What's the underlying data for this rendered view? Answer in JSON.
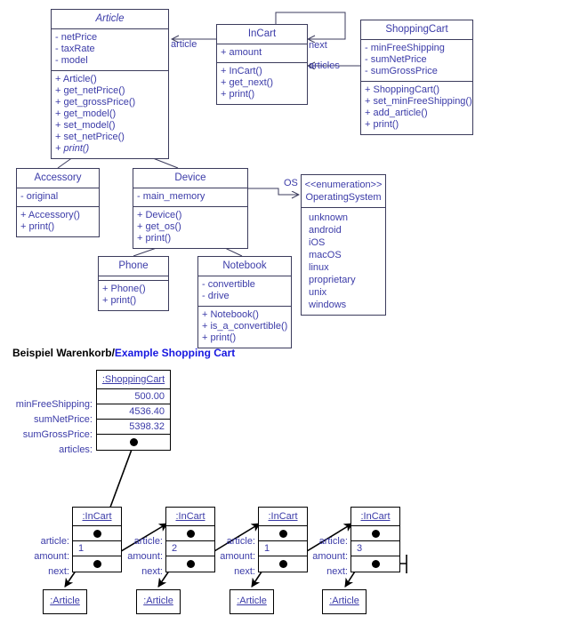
{
  "diagram": {
    "kind": "uml-class-and-object-diagram",
    "colors": {
      "class_text": "#3b3ba8",
      "class_border": "#3b3b5c",
      "object_border": "#000000",
      "heading_de": "#000000",
      "heading_en": "#1717e0",
      "link_dot": "#000000",
      "background": "#ffffff"
    }
  },
  "classes": {
    "article": {
      "name": "Article",
      "abstract": true,
      "attributes": [
        "- netPrice",
        "- taxRate",
        "- model"
      ],
      "operations": [
        "+ Article()",
        "+ get_netPrice()",
        "+ get_grossPrice()",
        "+ get_model()",
        "+ set_model()",
        "+ set_netPrice()",
        "+ print()"
      ],
      "abstract_operations": [
        "+ print()"
      ]
    },
    "incart": {
      "name": "InCart",
      "abstract": false,
      "attributes": [
        "+ amount"
      ],
      "operations": [
        "+ InCart()",
        "+ get_next()",
        "+ print()"
      ]
    },
    "shoppingcart": {
      "name": "ShoppingCart",
      "abstract": false,
      "attributes": [
        "- minFreeShipping",
        "- sumNetPrice",
        "- sumGrossPrice"
      ],
      "operations": [
        "+ ShoppingCart()",
        "+ set_minFreeShipping()",
        "+ add_article()",
        "+ print()"
      ]
    },
    "accessory": {
      "name": "Accessory",
      "abstract": false,
      "attributes": [
        "- original"
      ],
      "operations": [
        "+ Accessory()",
        "+ print()"
      ]
    },
    "device": {
      "name": "Device",
      "abstract": false,
      "attributes": [
        "- main_memory"
      ],
      "operations": [
        "+ Device()",
        "+ get_os()",
        "+ print()"
      ]
    },
    "phone": {
      "name": "Phone",
      "abstract": false,
      "attributes": [],
      "operations": [
        "+ Phone()",
        "+ print()"
      ]
    },
    "notebook": {
      "name": "Notebook",
      "abstract": false,
      "attributes": [
        "- convertible",
        "- drive"
      ],
      "operations": [
        "+ Notebook()",
        "+ is_a_convertible()",
        "+ print()"
      ]
    },
    "operatingsystem": {
      "stereotype": "<<enumeration>>",
      "name": "OperatingSystem",
      "literals": [
        "unknown",
        "android",
        "iOS",
        "macOS",
        "linux",
        "proprietary",
        "unix",
        "windows"
      ]
    }
  },
  "associations": {
    "article_role": "article",
    "next_role": "next",
    "articles_role": "articles",
    "os_role": "OS"
  },
  "section": {
    "heading_de": "Beispiel Warenkorb/",
    "heading_en": "Example Shopping Cart"
  },
  "objects": {
    "shoppingcart": {
      "title": ":ShoppingCart",
      "slots": [
        {
          "name": "minFreeShipping:",
          "value": "500.00"
        },
        {
          "name": "sumNetPrice:",
          "value": "4536.40"
        },
        {
          "name": "sumGrossPrice:",
          "value": "5398.32"
        },
        {
          "name": "articles:",
          "value": ""
        }
      ]
    },
    "incart_list": [
      {
        "title": ":InCart",
        "slots": [
          {
            "name": "article:",
            "value": ""
          },
          {
            "name": "amount:",
            "value": "1"
          },
          {
            "name": "next:",
            "value": ""
          }
        ]
      },
      {
        "title": ":InCart",
        "slots": [
          {
            "name": "article:",
            "value": ""
          },
          {
            "name": "amount:",
            "value": "2"
          },
          {
            "name": "next:",
            "value": ""
          }
        ]
      },
      {
        "title": ":InCart",
        "slots": [
          {
            "name": "article:",
            "value": ""
          },
          {
            "name": "amount:",
            "value": "1"
          },
          {
            "name": "next:",
            "value": ""
          }
        ]
      },
      {
        "title": ":InCart",
        "slots": [
          {
            "name": "article:",
            "value": ""
          },
          {
            "name": "amount:",
            "value": "3"
          },
          {
            "name": "next:",
            "value": ""
          }
        ]
      }
    ],
    "article_list": [
      {
        "title": ":Article"
      },
      {
        "title": ":Article"
      },
      {
        "title": ":Article"
      },
      {
        "title": ":Article"
      }
    ]
  }
}
